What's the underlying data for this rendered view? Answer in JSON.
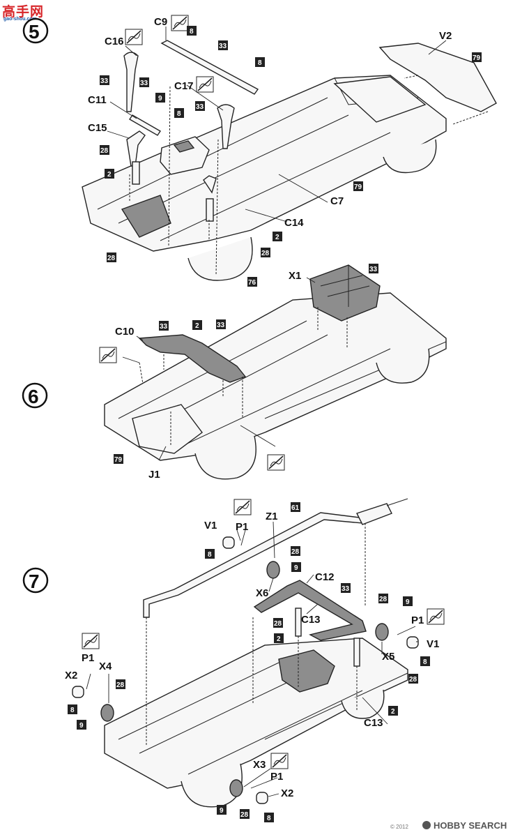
{
  "header": {
    "site_brand": "高手网",
    "site_url": "gao-shou.com"
  },
  "steps": [
    {
      "number": "5",
      "labels": [
        "C9",
        "C16",
        "V2",
        "C17",
        "C11",
        "C15",
        "C7",
        "C14"
      ],
      "color_codes": [
        "8",
        "33",
        "79",
        "8",
        "33",
        "33",
        "9",
        "8",
        "33",
        "28",
        "2",
        "79",
        "28",
        "2",
        "28",
        "76"
      ]
    },
    {
      "number": "6",
      "labels": [
        "X1",
        "C10",
        "J1"
      ],
      "color_codes": [
        "33",
        "33",
        "2",
        "33",
        "79"
      ]
    },
    {
      "number": "7",
      "labels": [
        "V1",
        "P1",
        "Z1",
        "X6",
        "C12",
        "C13",
        "P1",
        "V1",
        "X5",
        "P1",
        "X2",
        "X4",
        "C13",
        "X3",
        "P1",
        "X2"
      ],
      "color_codes": [
        "61",
        "8",
        "28",
        "9",
        "33",
        "28",
        "2",
        "28",
        "9",
        "8",
        "28",
        "8",
        "9",
        "28",
        "2",
        "9",
        "28",
        "8"
      ]
    }
  ],
  "footer": {
    "watermark": "HOBBY SEARCH",
    "copyright": "© 2012"
  },
  "colors": {
    "brand_red": "#d7262a",
    "brand_blue": "#1e5aa8",
    "code_box_fill": "#222222"
  }
}
